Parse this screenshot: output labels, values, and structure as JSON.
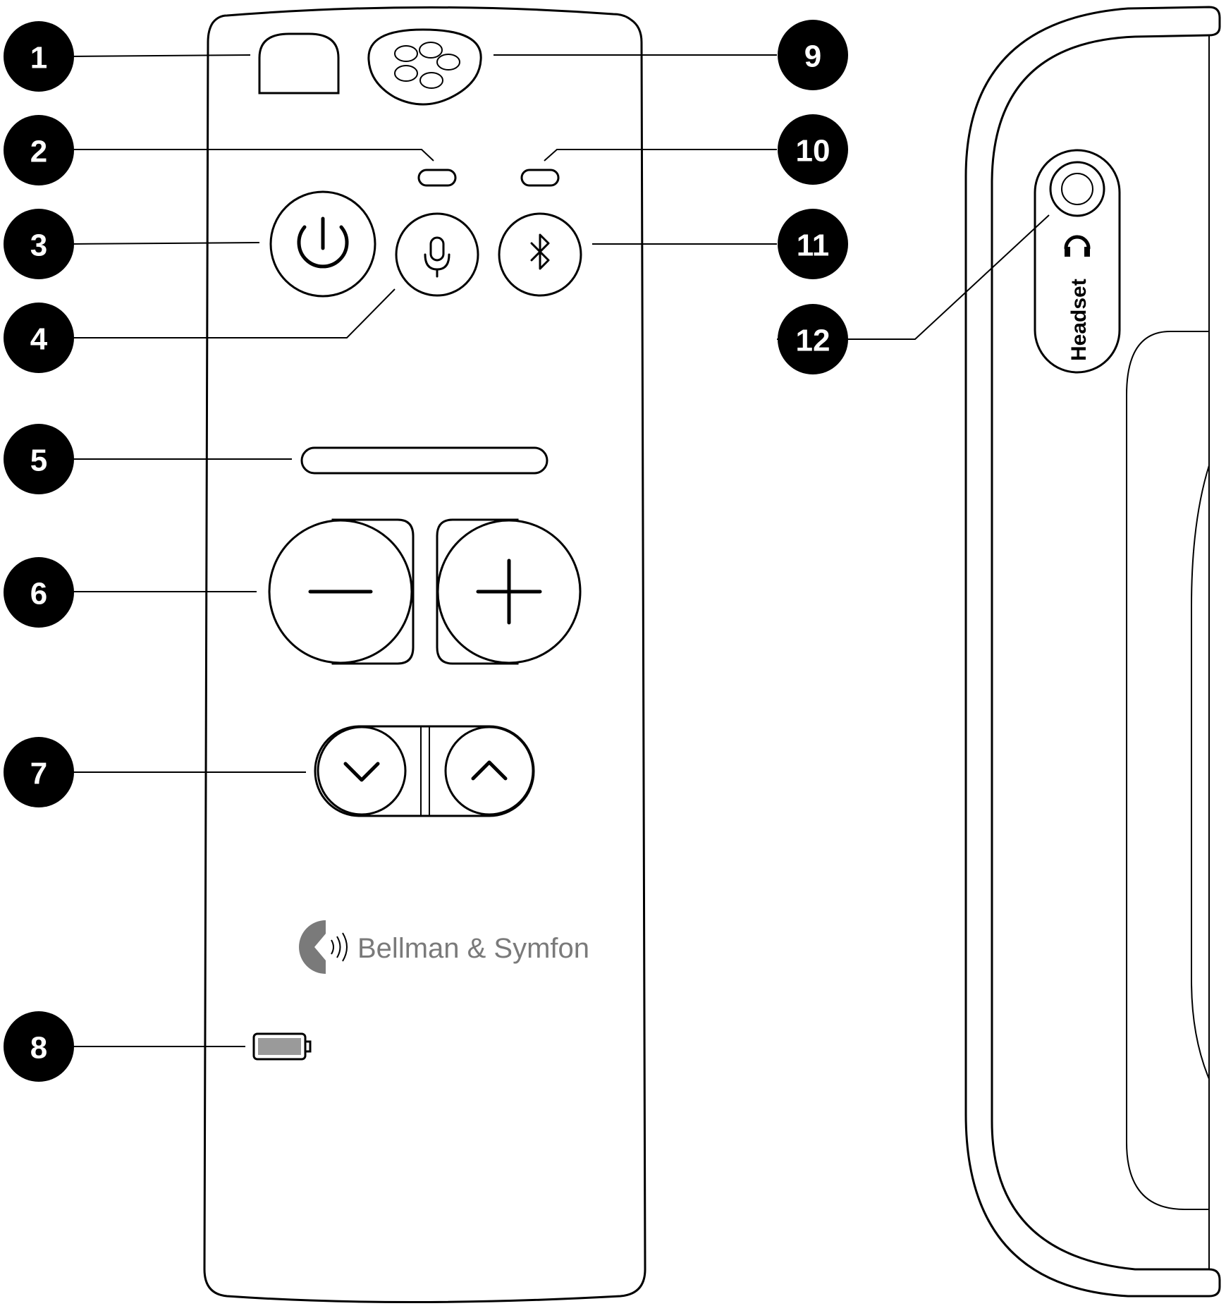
{
  "callouts": [
    "1",
    "2",
    "3",
    "4",
    "5",
    "6",
    "7",
    "8",
    "9",
    "10",
    "11",
    "12"
  ],
  "device": {
    "brand_name": "Bellman & Symfon",
    "jack_label": "Headset",
    "battery_fill_color": "#9a9a9a",
    "brand_color": "#7a7a7a"
  },
  "icons": {
    "power": "power-icon",
    "microphone": "microphone-icon",
    "bluetooth": "bluetooth-icon",
    "minus": "minus-icon",
    "plus": "plus-icon",
    "down": "chevron-down-icon",
    "up": "chevron-up-icon",
    "battery": "battery-icon",
    "headphone": "headphone-icon",
    "logo": "bellman-logo-icon"
  }
}
